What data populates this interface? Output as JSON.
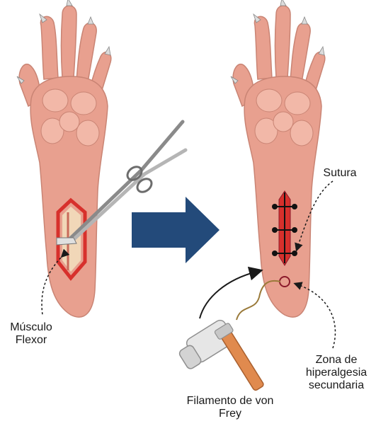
{
  "labels": {
    "musculo_line1": "Músculo",
    "musculo_line2": "Flexor",
    "sutura": "Sutura",
    "zona_line1": "Zona de",
    "zona_line2": "hiperalgesia",
    "zona_line3": "secundaria",
    "filamento_line1": "Filamento de von",
    "filamento_line2": "Frey"
  },
  "colors": {
    "paw_fill": "#e8a08f",
    "paw_stroke": "#c98474",
    "paw_shade": "#f2b8a8",
    "incision_red": "#d7302c",
    "muscle_fill": "#f1d7b8",
    "arrow_fill": "#234a7a",
    "suture_black": "#111111",
    "marker_circle": "#8b1a2b",
    "filament_handle": "#c9c9c9",
    "filament_rod": "#e08a4e",
    "filament_wire": "#9a7a3a"
  }
}
